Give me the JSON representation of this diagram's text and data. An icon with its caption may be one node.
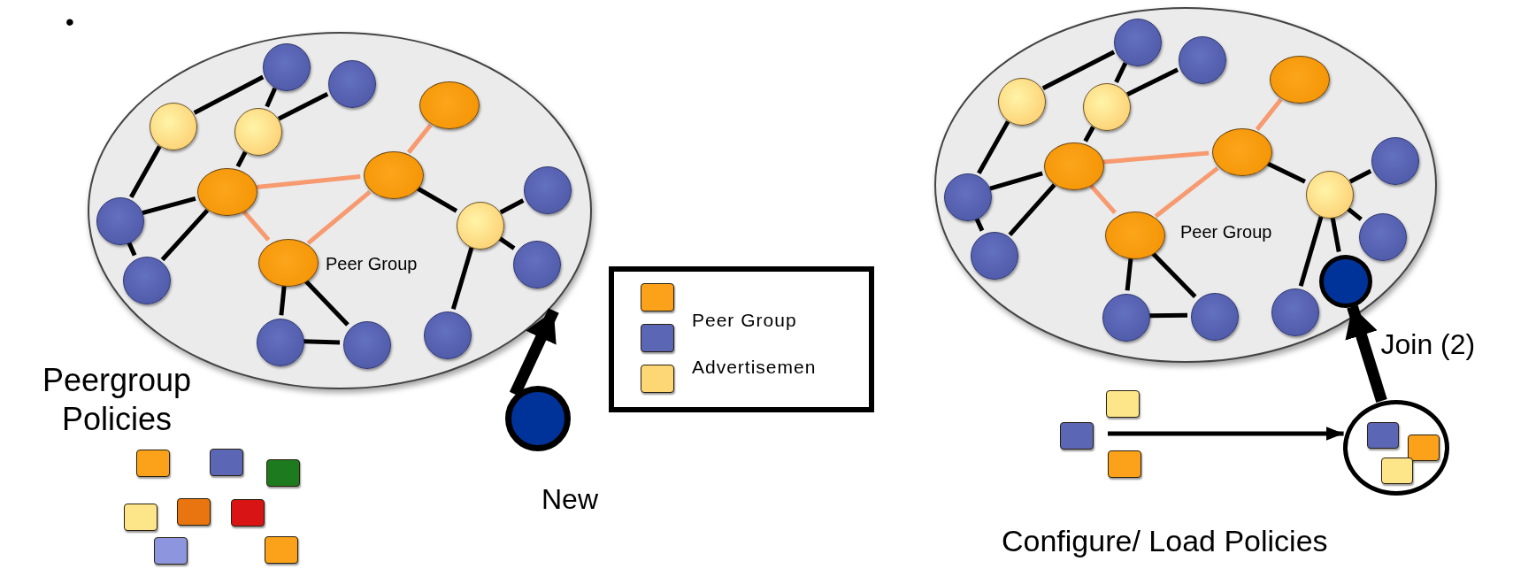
{
  "diagram": {
    "nodes": [
      {
        "text": [
          "Peer Group"
        ]
      },
      {
        "text": [],
        "shape": "circle",
        "in": 0
      },
      {
        "text": [],
        "shape": "circle",
        "in": 0
      },
      {
        "text": [],
        "shape": "circle",
        "in": 0
      },
      {
        "text": [],
        "shape": "circle",
        "in": 0
      },
      {
        "text": [],
        "shape": "circle",
        "in": 0
      },
      {
        "text": [],
        "shape": "circle",
        "in": 0
      },
      {
        "text": [],
        "shape": "circle",
        "in": 0
      },
      {
        "text": [],
        "shape": "circle",
        "in": 0
      },
      {
        "text": [],
        "shape": "circle",
        "in": 0
      },
      {
        "text": [],
        "shape": "circle",
        "in": 0
      },
      {
        "text": [],
        "shape": "circle",
        "in": 0
      },
      {
        "text": [],
        "shape": "circle",
        "in": 0
      },
      {
        "text": [],
        "shape": "circle",
        "in": 0
      },
      {
        "text": [],
        "shape": "circle",
        "in": 0
      },
      {
        "text": [],
        "shape": "circle",
        "in": 0
      },
      {
        "text": [],
        "shape": "circle",
        "in": 0
      },
      {
        "text": [],
        "shape": "circle",
        "beside": [
          "New"
        ]
      },
      {
        "text": [
          "Peer Group"
        ]
      },
      {
        "text": [],
        "shape": "circle",
        "in": 18
      },
      {
        "text": [],
        "shape": "circle",
        "in": 18
      },
      {
        "text": [],
        "shape": "circle",
        "in": 18
      },
      {
        "text": [],
        "shape": "circle",
        "in": 18
      },
      {
        "text": [],
        "shape": "circle",
        "in": 18
      },
      {
        "text": [],
        "shape": "circle",
        "in": 18
      },
      {
        "text": [],
        "shape": "circle",
        "in": 18
      },
      {
        "text": [],
        "shape": "circle",
        "in": 18
      },
      {
        "text": [],
        "shape": "circle",
        "in": 18
      },
      {
        "text": [],
        "shape": "circle",
        "in": 18
      },
      {
        "text": [],
        "shape": "circle",
        "in": 18
      },
      {
        "text": [],
        "shape": "circle",
        "in": 18
      },
      {
        "text": [],
        "shape": "circle",
        "in": 18
      },
      {
        "text": [],
        "shape": "circle",
        "in": 18
      },
      {
        "text": [],
        "shape": "circle",
        "in": 18
      },
      {
        "text": [],
        "shape": "circle",
        "in": 18
      },
      {
        "text": [],
        "shape": "circle",
        "in": 18
      },
      {
        "text": [],
        "shape": "circle"
      }
    ],
    "edges": [
      {
        "from": 1,
        "to": 4,
        "arrow": "none"
      },
      {
        "from": 1,
        "to": 5,
        "arrow": "none"
      },
      {
        "from": 5,
        "to": 2,
        "arrow": "none"
      },
      {
        "from": 4,
        "to": 9,
        "arrow": "none"
      },
      {
        "from": 9,
        "to": 13,
        "arrow": "none"
      },
      {
        "from": 9,
        "to": 8,
        "arrow": "none"
      },
      {
        "from": 8,
        "to": 13,
        "arrow": "none"
      },
      {
        "from": 5,
        "to": 8,
        "arrow": "none"
      },
      {
        "from": 8,
        "to": 6,
        "arrow": "none",
        "color": "#f79a70"
      },
      {
        "from": 8,
        "to": 11,
        "arrow": "none",
        "color": "#f79a70"
      },
      {
        "from": 11,
        "to": 6,
        "arrow": "none",
        "color": "#f79a70"
      },
      {
        "from": 6,
        "to": 3,
        "arrow": "none",
        "color": "#f79a70"
      },
      {
        "from": 6,
        "to": 10,
        "arrow": "none"
      },
      {
        "from": 10,
        "to": 7,
        "arrow": "none"
      },
      {
        "from": 10,
        "to": 12,
        "arrow": "none"
      },
      {
        "from": 10,
        "to": 14,
        "arrow": "none"
      },
      {
        "from": 11,
        "to": 15,
        "arrow": "none"
      },
      {
        "from": 11,
        "to": 16,
        "arrow": "none"
      },
      {
        "from": 15,
        "to": 16,
        "arrow": "none"
      },
      {
        "from": 17,
        "to": 0,
        "arrow": "to",
        "style": "thick"
      },
      {
        "from": 19,
        "to": 22,
        "arrow": "none"
      },
      {
        "from": 19,
        "to": 23,
        "arrow": "none"
      },
      {
        "from": 23,
        "to": 20,
        "arrow": "none"
      },
      {
        "from": 22,
        "to": 28,
        "arrow": "none"
      },
      {
        "from": 28,
        "to": 31,
        "arrow": "none"
      },
      {
        "from": 28,
        "to": 26,
        "arrow": "none"
      },
      {
        "from": 26,
        "to": 31,
        "arrow": "none"
      },
      {
        "from": 23,
        "to": 26,
        "arrow": "none"
      },
      {
        "from": 26,
        "to": 24,
        "arrow": "none",
        "color": "#f79a70"
      },
      {
        "from": 26,
        "to": 29,
        "arrow": "none",
        "color": "#f79a70"
      },
      {
        "from": 29,
        "to": 24,
        "arrow": "none",
        "color": "#f79a70"
      },
      {
        "from": 24,
        "to": 21,
        "arrow": "none",
        "color": "#f79a70"
      },
      {
        "from": 24,
        "to": 27,
        "arrow": "none"
      },
      {
        "from": 27,
        "to": 25,
        "arrow": "none"
      },
      {
        "from": 27,
        "to": 30,
        "arrow": "none"
      },
      {
        "from": 27,
        "to": 33,
        "arrow": "none"
      },
      {
        "from": 29,
        "to": 35,
        "arrow": "none"
      },
      {
        "from": 29,
        "to": 34,
        "arrow": "none"
      },
      {
        "from": 35,
        "to": 34,
        "arrow": "none"
      },
      {
        "from": 27,
        "to": 32,
        "arrow": "none"
      },
      {
        "from": null,
        "to": 36,
        "arrow": "to"
      },
      {
        "from": 36,
        "to": 32,
        "arrow": "to",
        "style": "thick",
        "label": "Join (2)"
      }
    ],
    "labels": [
      "•",
      "Peergroup Policies",
      "Configure/ Load Policies"
    ],
    "legend": [
      {
        "text": "Peer Group",
        "color": "#5b66b5"
      },
      {
        "text": "Advertisemen",
        "color": "#fdd774"
      }
    ]
  }
}
